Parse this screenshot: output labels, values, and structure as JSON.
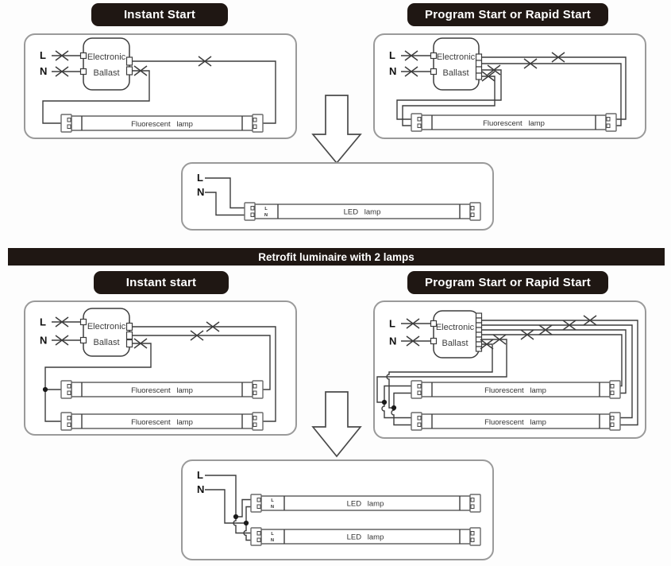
{
  "colors": {
    "title_bg": "#1f1713",
    "title_text": "#ffffff",
    "divider_bg": "#1f1713",
    "divider_text": "#ffffff",
    "panel_border": "#9a9a9a",
    "wire": "#3d3d3d"
  },
  "section1": {
    "left": {
      "title": "Instant Start",
      "live": "L",
      "neutral": "N",
      "ballast_line1": "Electronic",
      "ballast_line2": "Ballast",
      "lamps": [
        "Fluorescent lamp"
      ]
    },
    "right": {
      "title": "Program Start or Rapid Start",
      "live": "L",
      "neutral": "N",
      "ballast_line1": "Electronic",
      "ballast_line2": "Ballast",
      "lamps": [
        "Fluorescent lamp"
      ]
    },
    "result": {
      "live": "L",
      "neutral": "N",
      "lamps": [
        "LED lamp"
      ],
      "pin_live": "L",
      "pin_neutral": "N"
    }
  },
  "divider": {
    "label": "Retrofit luminaire with 2 lamps"
  },
  "section2": {
    "left": {
      "title": "Instant start",
      "live": "L",
      "neutral": "N",
      "ballast_line1": "Electronic",
      "ballast_line2": "Ballast",
      "lamps": [
        "Fluorescent lamp",
        "Fluorescent lamp"
      ]
    },
    "right": {
      "title": "Program Start or Rapid Start",
      "live": "L",
      "neutral": "N",
      "ballast_line1": "Electronic",
      "ballast_line2": "Ballast",
      "lamps": [
        "Fluorescent lamp",
        "Fluorescent lamp"
      ]
    },
    "result": {
      "live": "L",
      "neutral": "N",
      "lamps": [
        "LED lamp",
        "LED lamp"
      ],
      "pin_live": "L",
      "pin_neutral": "N"
    }
  }
}
